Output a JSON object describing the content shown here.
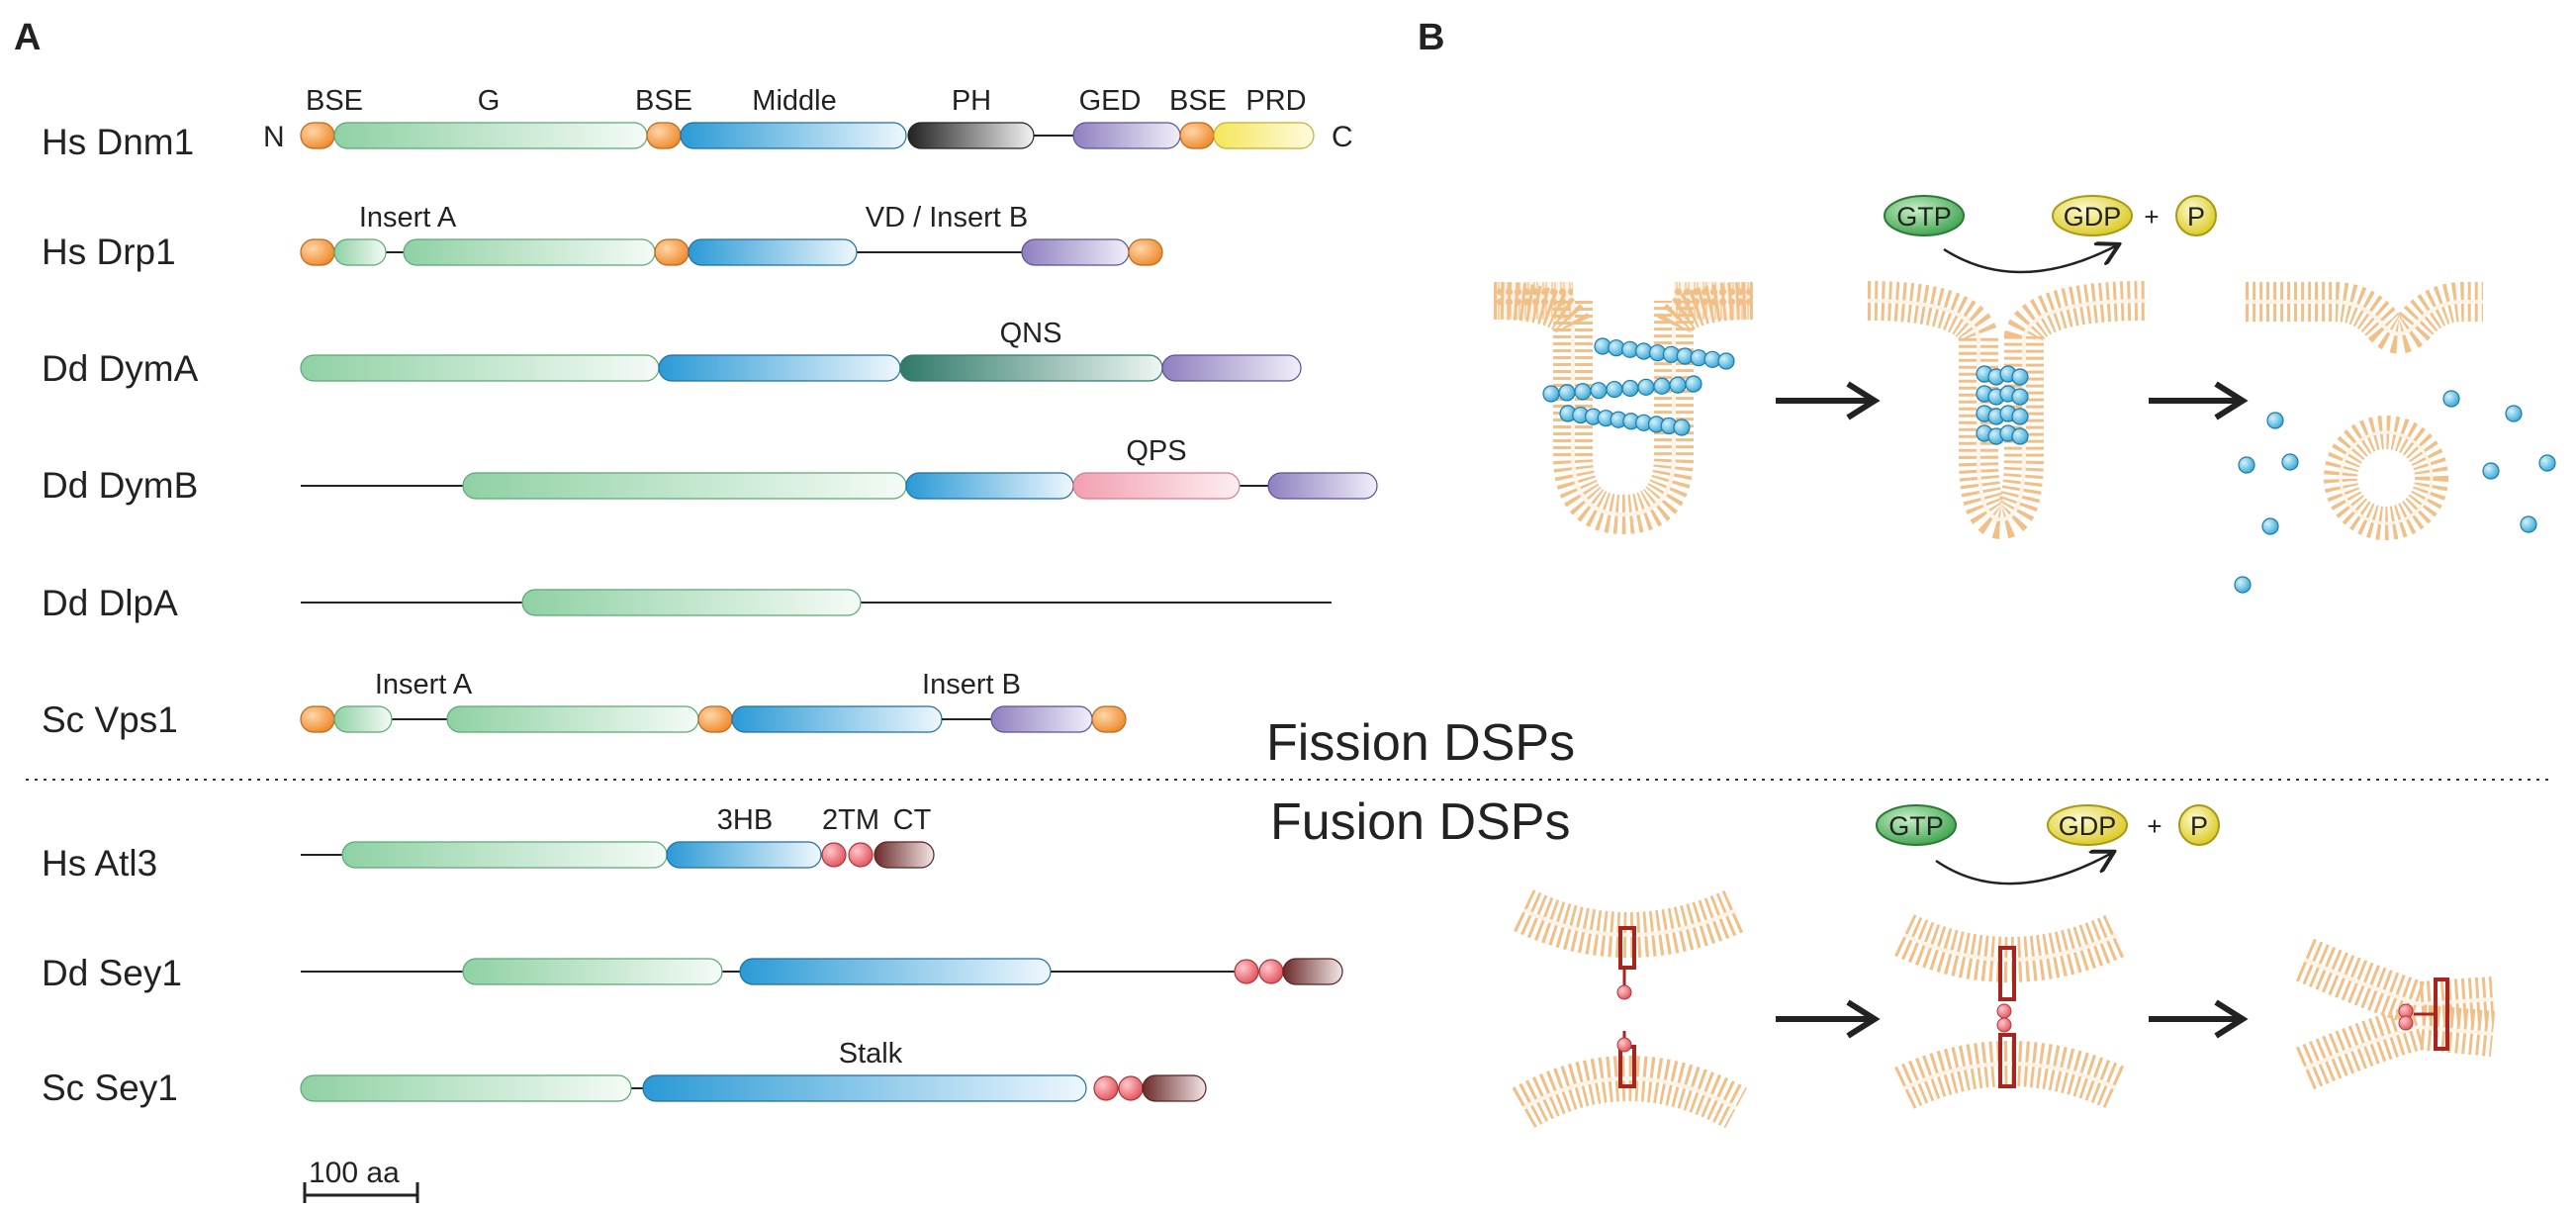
{
  "panels": {
    "a": "A",
    "b": "B"
  },
  "terminals": {
    "n": "N",
    "c": "C"
  },
  "proteins": [
    {
      "id": "dnm1",
      "name": "Hs Dnm1"
    },
    {
      "id": "drp1",
      "name": "Hs Drp1"
    },
    {
      "id": "dyma",
      "name": "Dd DymA"
    },
    {
      "id": "dymb",
      "name": "Dd DymB"
    },
    {
      "id": "dlpa",
      "name": "Dd DlpA"
    },
    {
      "id": "vps1",
      "name": "Sc Vps1"
    },
    {
      "id": "atl3",
      "name": "Hs Atl3"
    },
    {
      "id": "sey1dd",
      "name": "Dd Sey1"
    },
    {
      "id": "sey1sc",
      "name": "Sc Sey1"
    }
  ],
  "domain_labels": {
    "bse1": "BSE",
    "g": "G",
    "bse2": "BSE",
    "middle": "Middle",
    "ph": "PH",
    "ged": "GED",
    "bse3": "BSE",
    "prd": "PRD",
    "drp1_insert_a": "Insert A",
    "drp1_vd": "VD / Insert B",
    "qns": "QNS",
    "qps": "QPS",
    "vps1_insert_a": "Insert A",
    "vps1_insert_b": "Insert B",
    "hb3": "3HB",
    "tm2": "2TM",
    "ct": "CT",
    "stalk": "Stalk"
  },
  "scale_bar": "100 aa",
  "sections": {
    "fission": "Fission DSPs",
    "fusion": "Fusion DSPs"
  },
  "reaction": {
    "gtp": "GTP",
    "gdp": "GDP",
    "plus": "+",
    "p": "P"
  },
  "colors": {
    "g_domain": "#8fd1a4",
    "middle": "#2a9ad6",
    "ph": "#222222",
    "ged": "#8f7fc0",
    "bse": "#ef8a2c",
    "prd": "#f5e65a",
    "qns": "#2f7a6a",
    "qps": "#f2a0b0",
    "tm": "#e2525a",
    "ct": "#6b2a2a",
    "membrane": "#f0c088",
    "dynamin_ring": "#35a9d8",
    "atlastin": "#a8241e"
  }
}
